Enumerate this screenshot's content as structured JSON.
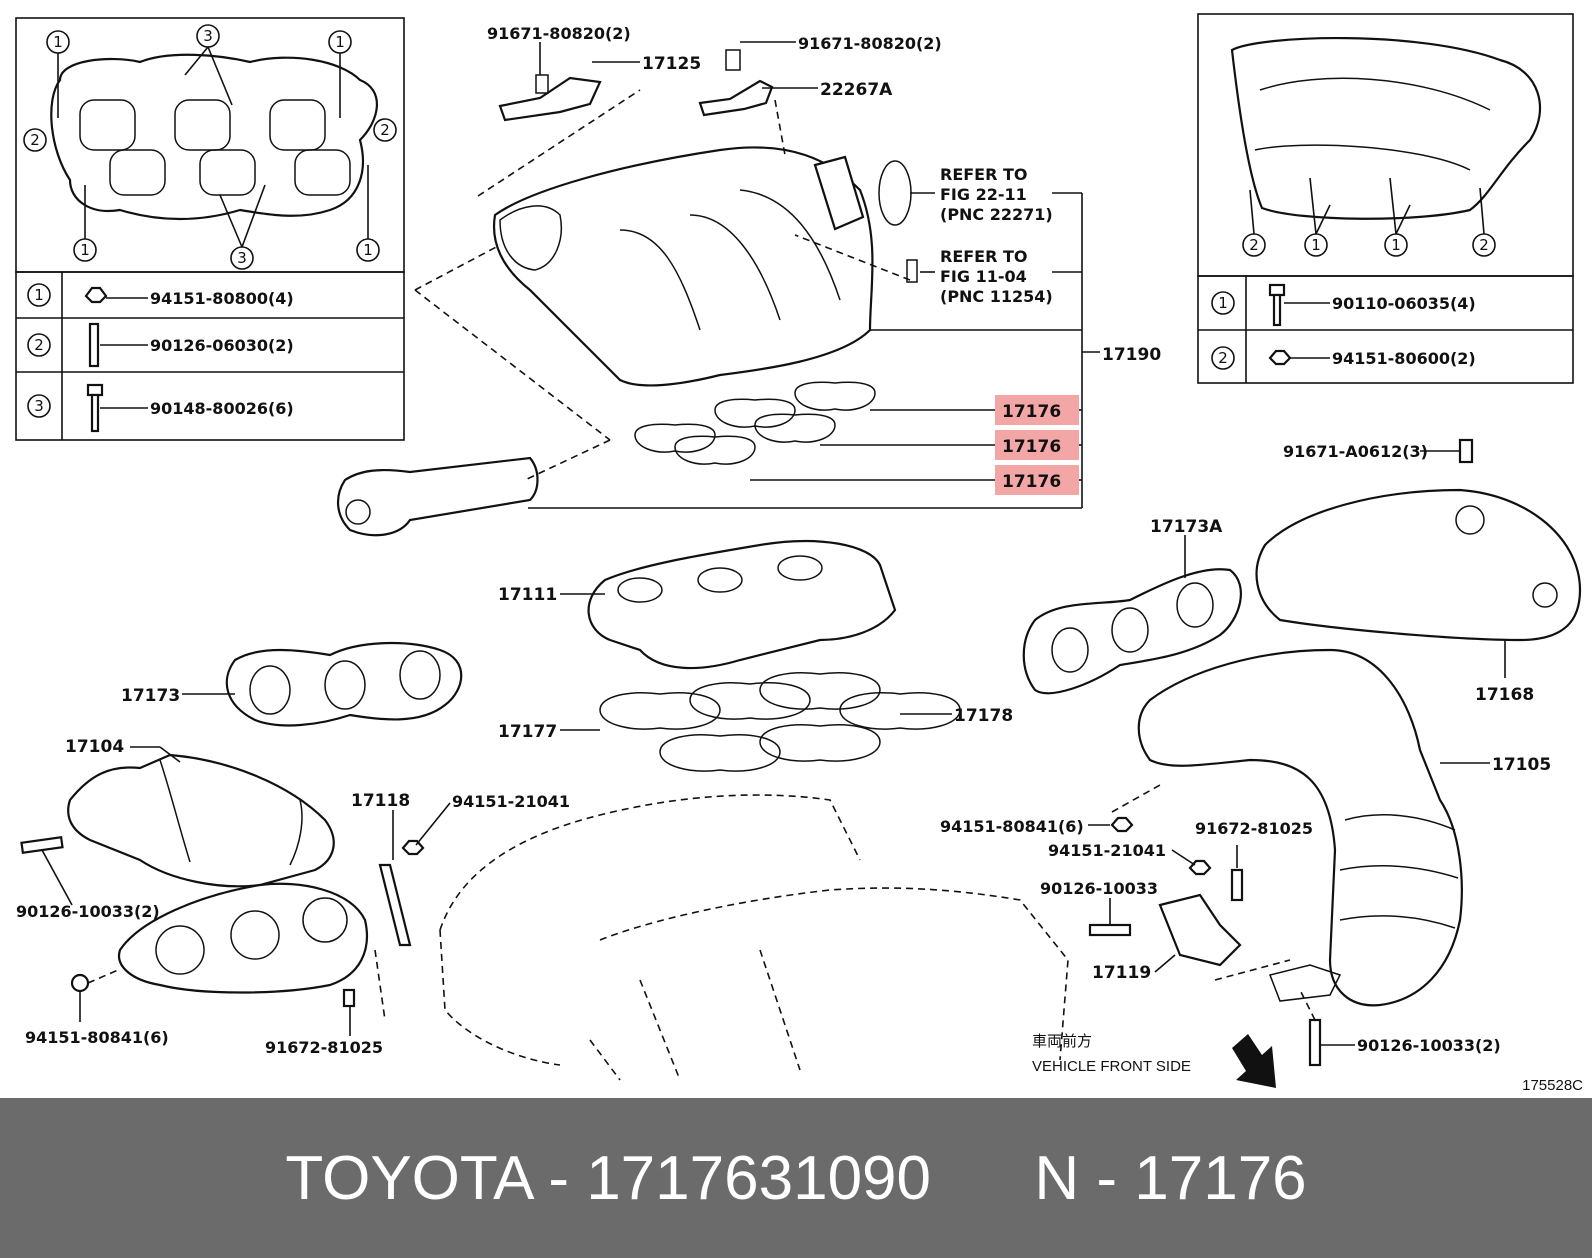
{
  "diagram_code": "175528C",
  "footer": {
    "brand_part": "TOYOTA - 1717631090",
    "ref": "N - 17176"
  },
  "tables": {
    "left": [
      {
        "num": "1",
        "part": "94151-80800(4)"
      },
      {
        "num": "2",
        "part": "90126-06030(2)"
      },
      {
        "num": "3",
        "part": "90148-80026(6)"
      }
    ],
    "right": [
      {
        "num": "1",
        "part": "90110-06035(4)"
      },
      {
        "num": "2",
        "part": "94151-80600(2)"
      }
    ]
  },
  "callouts": {
    "c1": "91671-80820(2)",
    "c2": "17125",
    "c3": "91671-80820(2)",
    "c4": "22267A",
    "ref1_a": "REFER TO",
    "ref1_b": "FIG 22-11",
    "ref1_c": "(PNC 22271)",
    "ref2_a": "REFER TO",
    "ref2_b": "FIG 11-04",
    "ref2_c": "(PNC 11254)",
    "p17190": "17190",
    "p17176a": "17176",
    "p17176b": "17176",
    "p17176c": "17176",
    "p91671a": "91671-A0612(3)",
    "p17173A": "17173A",
    "p17111": "17111",
    "p17168": "17168",
    "p17173": "17173",
    "p17177": "17177",
    "p17178": "17178",
    "p17105": "17105",
    "p17104": "17104",
    "p17118": "17118",
    "p94151_21041a": "94151-21041",
    "p94151_80841a": "94151-80841(6)",
    "p94151_21041b": "94151-21041",
    "p91672_81025a": "91672-81025",
    "p90126_10033a": "90126-10033",
    "p17119": "17119",
    "p90126_10033b": "90126-10033(2)",
    "p94151_80841b": "94151-80841(6)",
    "p91672_81025b": "91672-81025",
    "p90126_10033c": "90126-10033(2)",
    "jp_front": "車両前方",
    "en_front": "VEHICLE FRONT SIDE"
  }
}
